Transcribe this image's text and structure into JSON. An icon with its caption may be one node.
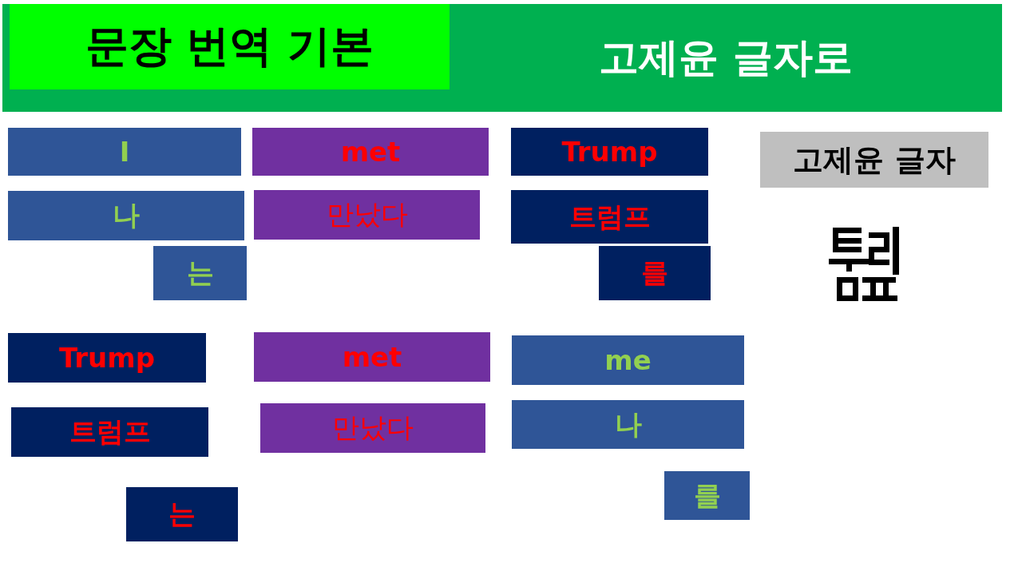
{
  "diagram": {
    "nodes": [
      {
        "text": [
          "고제윤 글자로"
        ]
      },
      {
        "text": [
          "문장 번역 기본"
        ],
        "in": 0
      },
      {
        "text": [
          "I"
        ]
      },
      {
        "text": [
          "met"
        ]
      },
      {
        "text": [
          "Trump"
        ]
      },
      {
        "text": [
          "고제윤 글자"
        ]
      },
      {
        "text": [
          "나"
        ]
      },
      {
        "text": [
          "만났다"
        ]
      },
      {
        "text": [
          "트럼프"
        ]
      },
      {
        "text": [
          "는"
        ]
      },
      {
        "text": [
          "를"
        ]
      },
      {
        "text": [
          "Trump"
        ]
      },
      {
        "text": [
          "met"
        ]
      },
      {
        "text": [
          "me"
        ]
      },
      {
        "text": [
          "트럼프"
        ]
      },
      {
        "text": [
          "만났다"
        ]
      },
      {
        "text": [
          "나"
        ]
      },
      {
        "text": [
          "는"
        ]
      },
      {
        "text": [
          "를"
        ]
      }
    ]
  }
}
